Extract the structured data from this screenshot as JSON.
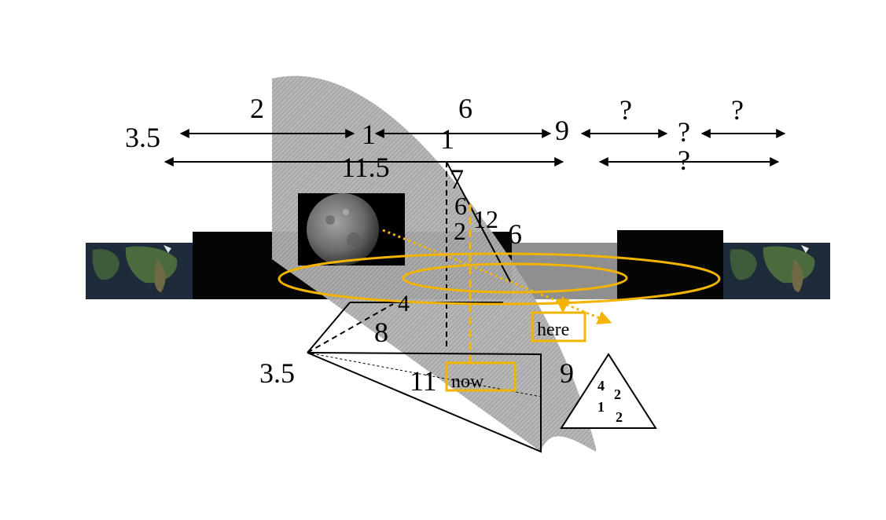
{
  "labels": {
    "upper": {
      "l_2": "2",
      "l_3_5": "3.5",
      "l_1a": "1",
      "l_1b": "1",
      "l_6": "6",
      "l_9": "9",
      "q1": "?",
      "q2": "?",
      "q3": "?",
      "q4": "?",
      "l_11_5": "11.5"
    },
    "middle": {
      "l_7": "7",
      "l_6b": "6",
      "l_12": "12",
      "l_2b": "2",
      "l_6c": "6",
      "l_4": "4",
      "l_8": "8"
    },
    "lower": {
      "l_3_5b": "3.5",
      "l_11": "11",
      "l_9b": "9",
      "now": "now",
      "here": "here"
    },
    "triangle": {
      "t4": "4",
      "t2a": "2",
      "t1": "1",
      "t2b": "2"
    }
  },
  "colors": {
    "accent": "#f2b400",
    "shade": "#a8a8a8",
    "line": "#000000",
    "dark_panel": "#050505",
    "map_land": "#3d5a3a",
    "map_sea": "#1d2b3a",
    "moon": "#7c7c7c"
  }
}
